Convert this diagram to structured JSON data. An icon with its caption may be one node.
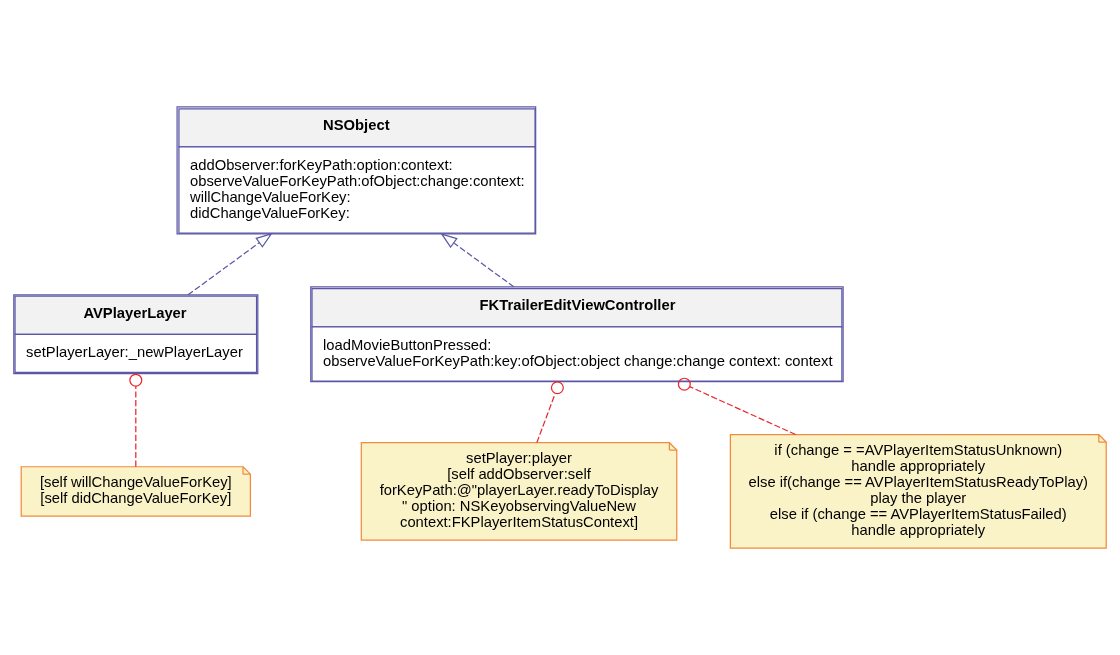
{
  "diagram": {
    "nodes": [
      {
        "text": [
          "NSObject",
          "addObserver:forKeyPath:option:context:",
          "observeValueForKeyPath:ofObject:change:context:",
          "willChangeValueForKey:",
          "didChangeValueForKey:"
        ]
      },
      {
        "text": [
          "AVPlayerLayer",
          "setPlayerLayer:_newPlayerLayer"
        ]
      },
      {
        "text": [
          "FKTrailerEditViewController",
          "loadMovieButtonPressed:",
          "observeValueForKeyPath:key:ofObject:object change:change context: context"
        ]
      },
      {
        "text": [
          "[self willChangeValueForKey]",
          "[self didChangeValueForKey]"
        ]
      },
      {
        "text": [
          "setPlayer:player",
          "[self addObserver:self",
          "forKeyPath:@\"playerLayer.readyToDisplay",
          "\" option: NSKeyobservingValueNew",
          "context:FKPlayerItemStatusContext]"
        ]
      },
      {
        "text": [
          "if (change = =AVPlayerItemStatusUnknown)",
          "handle appropriately",
          "else if(change == AVPlayerItemStatusReadyToPlay)",
          "play the player",
          "else if (change == AVPlayerItemStatusFailed)",
          "handle appropriately"
        ]
      }
    ],
    "edges": [
      {
        "from": 1,
        "to": 0,
        "arrow": "to",
        "style": "dashed",
        "color": "#5b57a6"
      },
      {
        "from": 2,
        "to": 0,
        "arrow": "to",
        "style": "dashed",
        "color": "#5b57a6"
      },
      {
        "from": 3,
        "to": 1,
        "arrow": "other",
        "style": "dashed"
      },
      {
        "from": 4,
        "to": 2,
        "arrow": "other",
        "style": "dashed"
      },
      {
        "from": 5,
        "to": 2,
        "arrow": "other",
        "style": "dashed"
      }
    ]
  }
}
